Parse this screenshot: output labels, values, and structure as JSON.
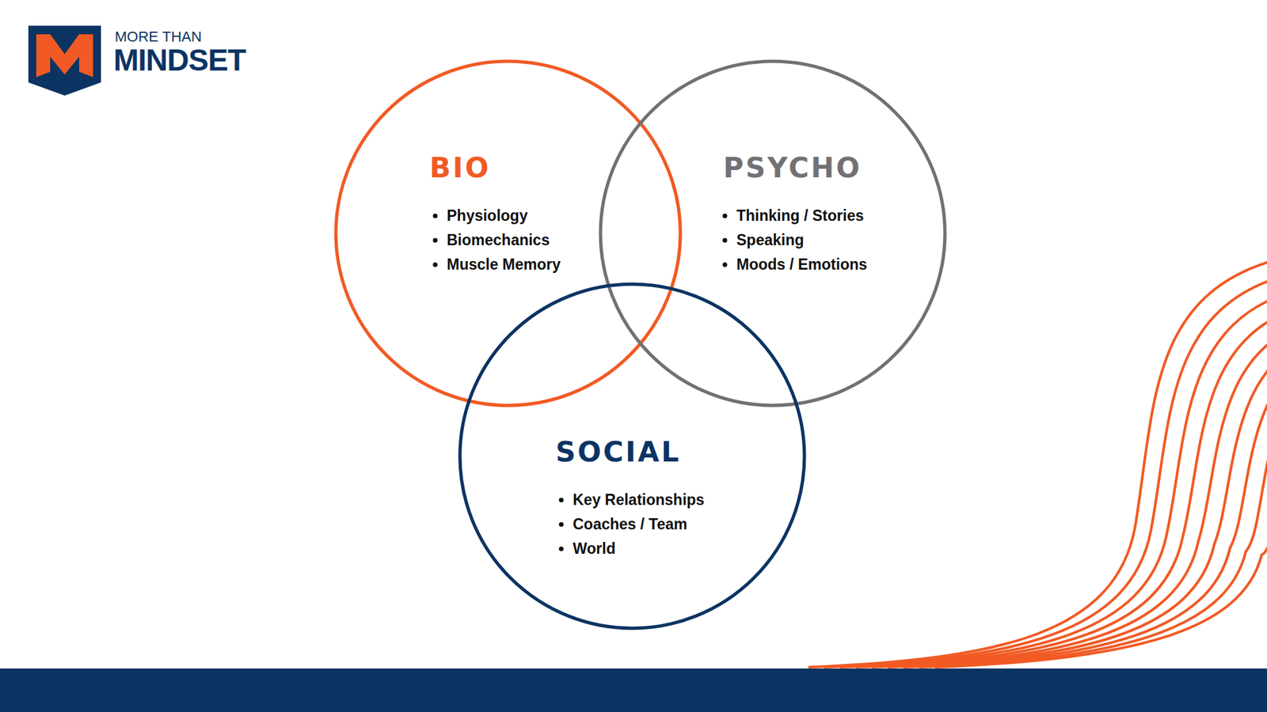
{
  "diagram": {
    "nodes": [
      {
        "text": [
          "BIO",
          "Physiology",
          "Biomechanics",
          "Muscle Memory"
        ]
      },
      {
        "text": [
          "PSYCHO",
          "Thinking / Stories",
          "Speaking",
          "Moods / Emotions"
        ]
      },
      {
        "text": [
          "SOCIAL",
          "Key Relationships",
          "Coaches / Team",
          "World"
        ]
      }
    ],
    "labels": [
      "MORE THAN",
      "MINDSET"
    ]
  }
}
